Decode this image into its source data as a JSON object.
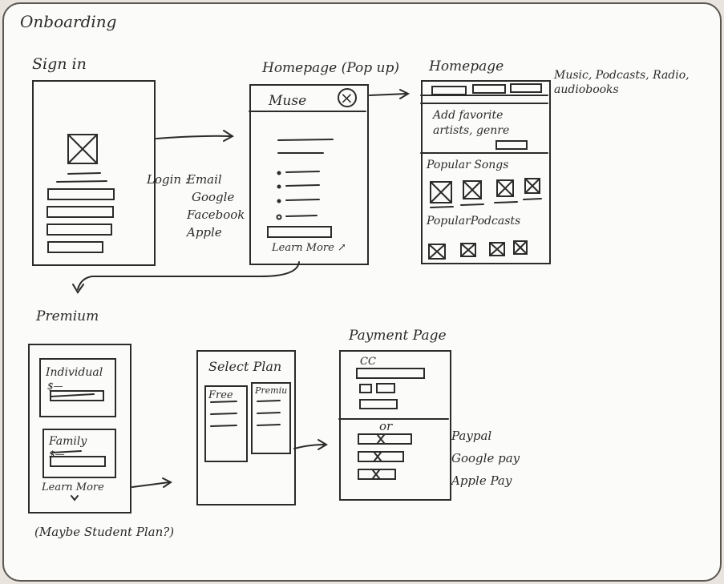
{
  "title": "Onboarding",
  "signin": {
    "label": "Sign in",
    "login_heading": "Login :",
    "login_options": [
      "Email",
      "Google",
      "Facebook",
      "Apple"
    ]
  },
  "homepage_popup": {
    "label": "Homepage (Pop up)",
    "app_name": "Muse",
    "close_glyph": "×",
    "learn_more": "Learn More ↗"
  },
  "homepage": {
    "label": "Homepage",
    "tabs_note": "Music, Podcasts, Radio, audiobooks",
    "add_favorites": "Add favorite artists, genre",
    "popular_songs": "Popular Songs",
    "popular_podcasts": "PopularPodcasts"
  },
  "premium": {
    "label": "Premium",
    "individual": "Individual",
    "individual_price": "$—",
    "family": "Family",
    "family_price": "$—",
    "learn_more": "Learn More",
    "note": "(Maybe Student Plan?)"
  },
  "select_plan": {
    "title": "Select Plan",
    "free": "Free",
    "premium": "Premium"
  },
  "payment": {
    "label": "Payment Page",
    "cc": "CC",
    "or": "or",
    "methods": [
      "Paypal",
      "Google pay",
      "Apple Pay"
    ]
  }
}
